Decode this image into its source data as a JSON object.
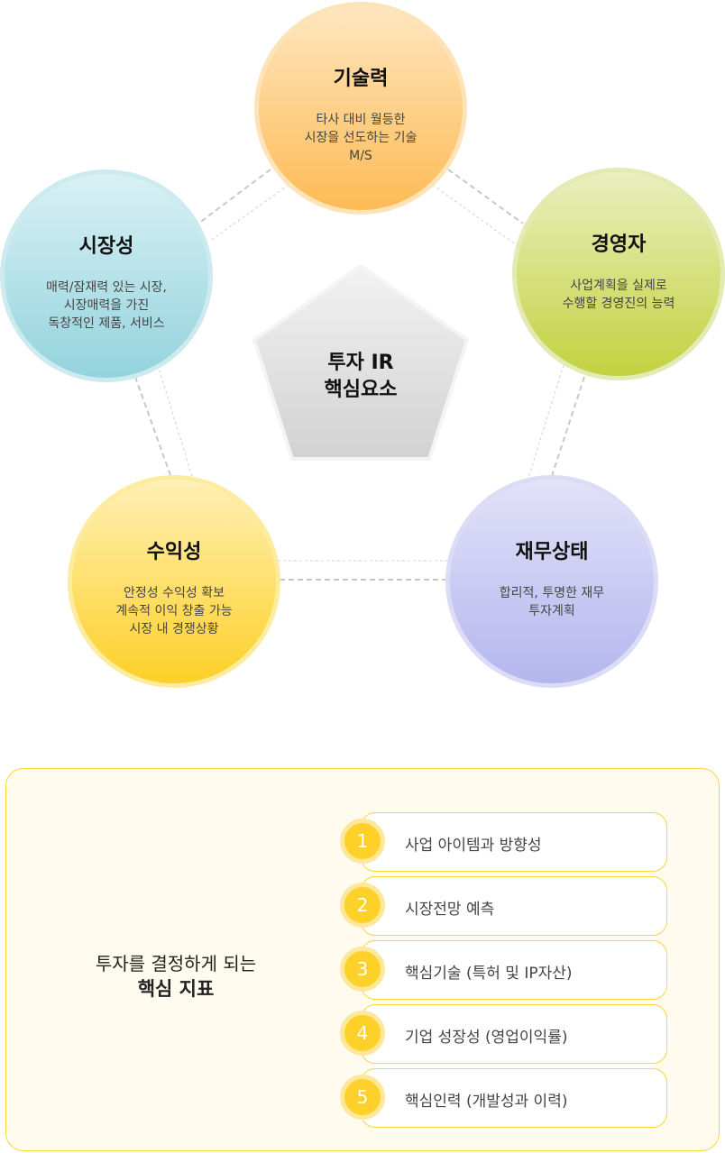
{
  "center": {
    "title": "투자 IR\n핵심요소"
  },
  "factors": [
    {
      "title": "기술력",
      "desc": "타사 대비 월등한\n시장을 선도하는 기술\nM/S"
    },
    {
      "title": "시장성",
      "desc": "매력/잠재력 있는 시장,\n시장매력을 가진\n독창적인 제품, 서비스"
    },
    {
      "title": "경영자",
      "desc": "사업계획을 실제로\n수행할 경영진의 능력"
    },
    {
      "title": "수익성",
      "desc": "안정성 수익성 확보\n계속적 이익 창출 가능\n시장 내 경쟁상황"
    },
    {
      "title": "재무상태",
      "desc": "합리적, 투명한 재무\n투자계획"
    }
  ],
  "indicators": {
    "title_line1": "투자를 결정하게 되는",
    "title_line2": "핵심 지표",
    "items": [
      {
        "num": "1",
        "label": "사업 아이템과 방향성"
      },
      {
        "num": "2",
        "label": "시장전망 예측"
      },
      {
        "num": "3",
        "label": "핵심기술 (특허 및 IP자산)"
      },
      {
        "num": "4",
        "label": "기업 성장성 (영업이익률)"
      },
      {
        "num": "5",
        "label": "핵심인력 (개발성과 이력)"
      }
    ]
  }
}
